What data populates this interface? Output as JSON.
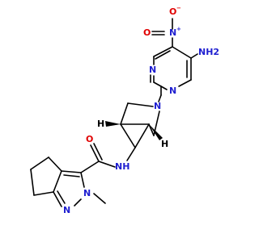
{
  "molecule": {
    "colors": {
      "bond": "#000000",
      "nitrogen": "#1f1fd0",
      "oxygen": "#e00000",
      "carbon": "#000000"
    },
    "labels": {
      "nitro_oxygen_top": "O",
      "nitro_oxygen_top_charge": "−",
      "nitro_nitrogen": "N",
      "nitro_nitrogen_charge": "+",
      "nitro_oxygen_side": "O",
      "amino_group": "NH2",
      "pyrimidine_n1": "N",
      "pyrimidine_n3": "N",
      "azabicyclo_n": "N",
      "stereo_h_left": "H",
      "stereo_h_right": "H",
      "carbonyl_oxygen": "O",
      "amide_group": "NH",
      "pyrazole_n_methyl": "N",
      "pyrazole_n2": "N"
    }
  }
}
